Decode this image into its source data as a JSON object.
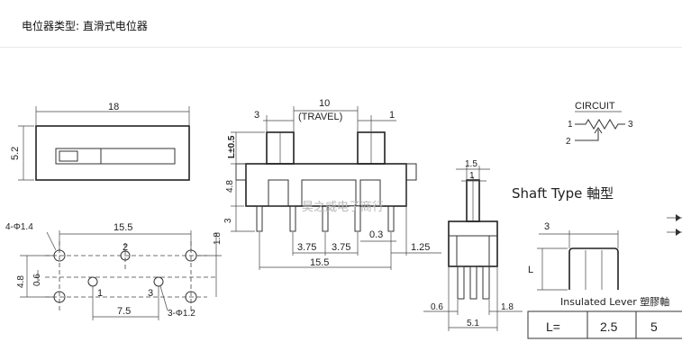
{
  "header": {
    "potentiometer_type": "电位器类型: 直滑式电位器"
  },
  "top_view": {
    "width_dim": "18",
    "height_dim": "5.2"
  },
  "footprint": {
    "hole_dim": "4-Φ1.4",
    "span_dim": "15.5",
    "pin_label_2": "2",
    "pin_label_1": "1",
    "pin_label_3": "3",
    "row_spacing_dim": "4.8",
    "offset_dim": "0.6",
    "right_offset_dim": "1.8",
    "pitch_dim": "7.5",
    "pin_hole_dim": "3-Φ1.2"
  },
  "front_view": {
    "travel_value": "10",
    "travel_label": "(TRAVEL)",
    "left_dim": "3",
    "right_dim": "1",
    "lever_height_dim": "L±0.5",
    "body_height_dim": "4.8",
    "pin_length_dim": "3",
    "pin_pitch_a": "3.75",
    "pin_pitch_b": "3.75",
    "pin_width_dim": "0.3",
    "tab_dim": "1.25",
    "overall_dim": "15.5"
  },
  "side_view": {
    "top_dim": "1.5",
    "lever_dim": "1",
    "left_dim": "0.6",
    "right_dim": "1.8",
    "width_dim": "5.1"
  },
  "watermark": "昊之威电子商行",
  "circuit": {
    "title": "CIRCUIT",
    "terminal_1": "1",
    "terminal_2": "2",
    "terminal_3": "3"
  },
  "shaft_type": {
    "title": "Shaft Type 軸型",
    "width_dim": "3",
    "height_dim": "L",
    "lever_label": "Insulated Lever 塑膠軸",
    "table_header": "L=",
    "table_values": [
      "2.5",
      "5"
    ]
  }
}
